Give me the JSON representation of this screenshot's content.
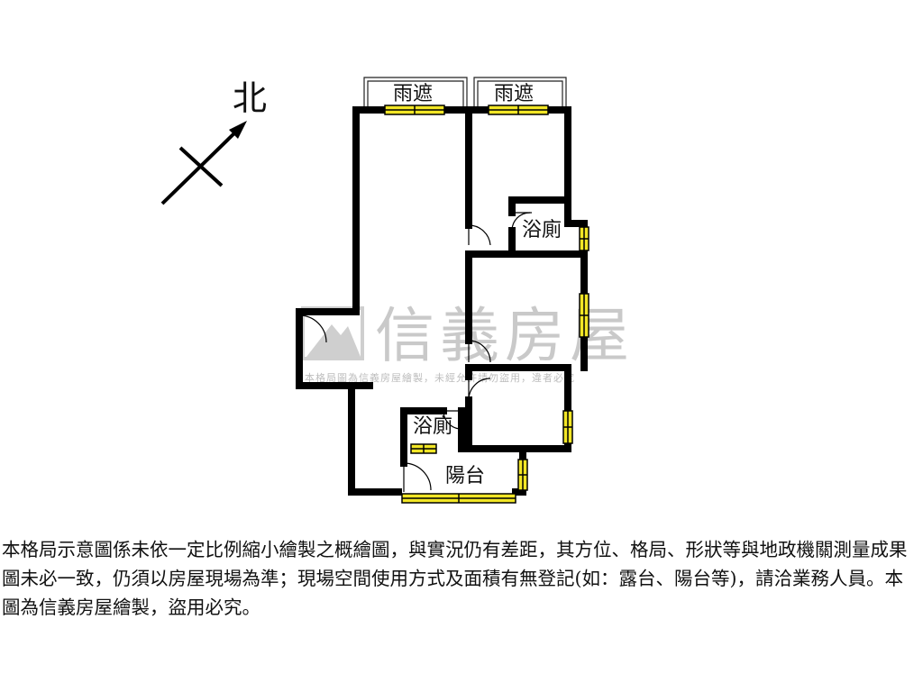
{
  "compass": {
    "label": "北"
  },
  "rooms": {
    "canopy_left": "雨遮",
    "canopy_right": "雨遮",
    "bath_upper": "浴廁",
    "bath_lower": "浴廁",
    "balcony": "陽台"
  },
  "watermark": {
    "brand": "信義房屋",
    "notice": "本格局圖為信義房屋繪製，未經允許請勿盜用，違者必究"
  },
  "disclaimer": "本格局示意圖係未依一定比例縮小繪製之概繪圖，與實況仍有差距，其方位、格局、形狀等與地政機關測量成果圖未必一致，仍須以房屋現場為準；現場空間使用方式及面積有無登記(如：露台、陽台等)，請洽業務人員。本圖為信義房屋繪製，盜用必究。",
  "colors": {
    "wall": "#000000",
    "window_fill": "#f2e626",
    "watermark": "#c9c9c9"
  }
}
